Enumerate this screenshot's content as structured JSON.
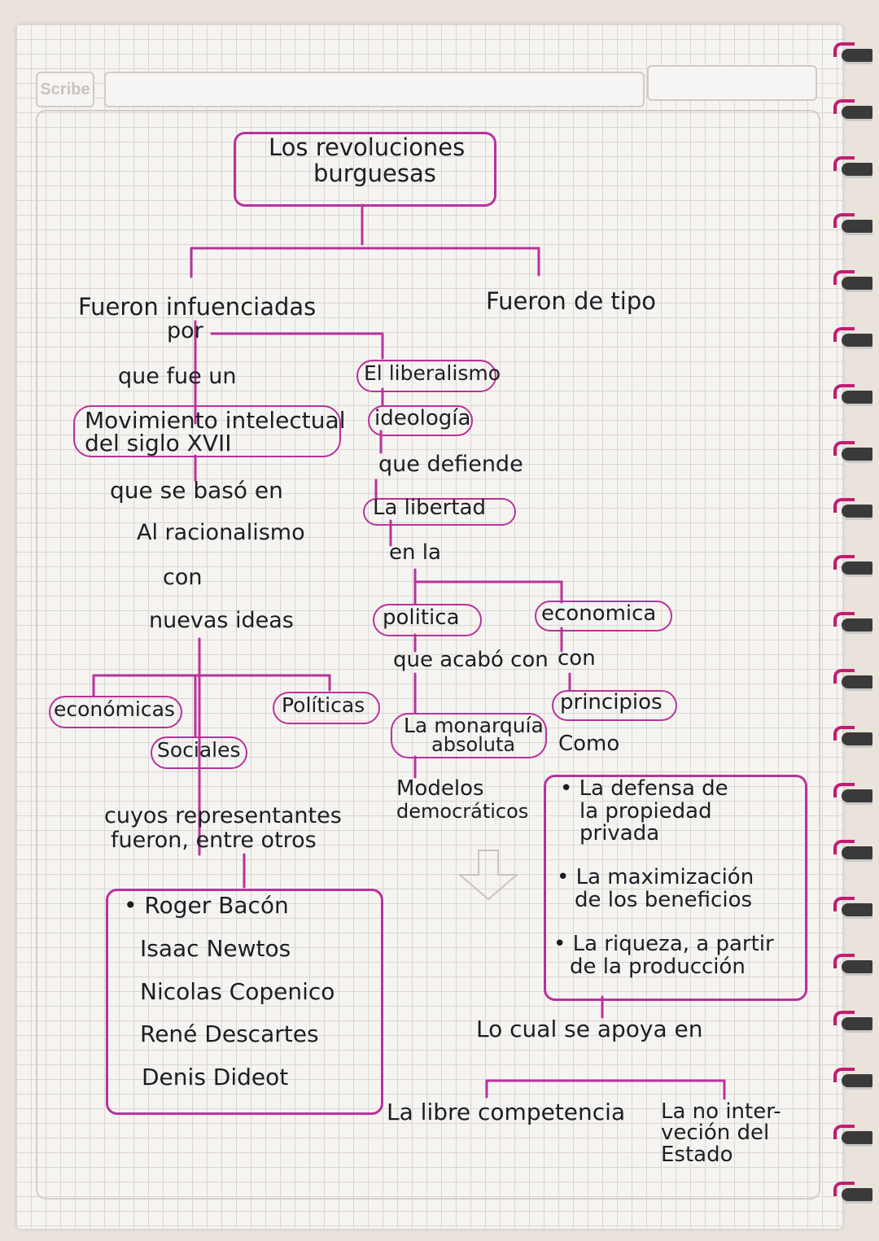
{
  "brand": "Scribe",
  "title": {
    "line1": "Los revoluciones",
    "line2": "burguesas"
  },
  "left": {
    "influence": {
      "line1": "Fueron infuenciadas",
      "line2": "por"
    },
    "que_fue": "que fue un",
    "movimiento": {
      "line1": "Movimiento intelectual",
      "line2": "del siglo XVII"
    },
    "baso": "que se basó en",
    "racionalismo": "Al racionalismo",
    "con": "con",
    "nuevas_ideas": "nuevas ideas",
    "economicas": "económicas",
    "politicas": "Políticas",
    "sociales": "Sociales",
    "cuyos": {
      "line1": "cuyos representantes",
      "line2": "fueron, entre otros"
    },
    "representantes": [
      "• Roger Bacón",
      "Isaac Newtos",
      "Nicolas Copenico",
      "René Descartes",
      "Denis Dideot"
    ]
  },
  "middle": {
    "liberalismo": "El liberalismo",
    "ideologia": "ideología",
    "defiende": "que defiende",
    "libertad": "La libertad",
    "en_la": "en la",
    "politica": "politica",
    "acabo": "que acabó con",
    "monarquia": {
      "line1": "La monarquía",
      "line2": "absoluta"
    },
    "modelos": {
      "line1": "Modelos",
      "line2": "democráticos"
    }
  },
  "right": {
    "tipo": "Fueron de tipo",
    "economica": "economica",
    "con": "con",
    "principios": "principios",
    "como": "Como",
    "principles_list": [
      {
        "line1": "• La defensa de",
        "line2": "la propiedad",
        "line3": "privada"
      },
      {
        "line1": "• La maximización",
        "line2": "de los beneficios"
      },
      {
        "line1": "• La riqueza, a partir",
        "line2": "de la producción"
      }
    ],
    "apoya": "Lo cual se apoya en",
    "competencia": "La libre competencia",
    "no_intervencion": {
      "line1": "La no inter-",
      "line2": "veción del",
      "line3": "Estado"
    }
  },
  "ink_color": "#1d1d24",
  "accent_color": "#b8329c"
}
